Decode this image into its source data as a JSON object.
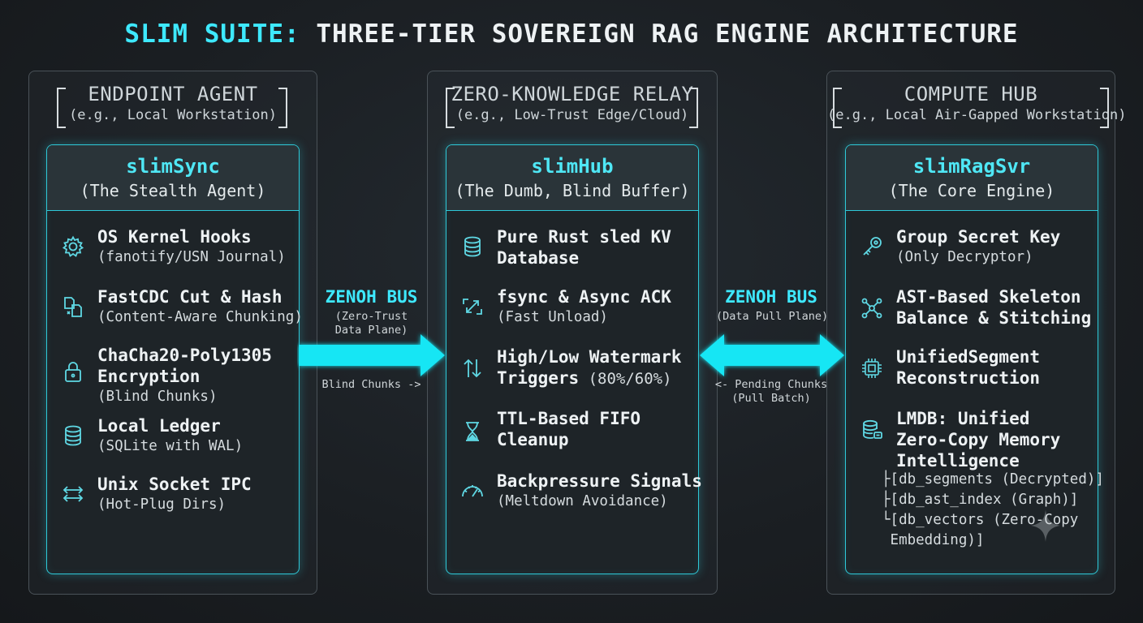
{
  "title_prefix": "SLIM SUITE:",
  "title_rest": "THREE-TIER SOVEREIGN RAG ENGINE ARCHITECTURE",
  "tiers": [
    {
      "title": "ENDPOINT AGENT",
      "subtitle": "(e.g., Local Workstation)",
      "card": {
        "name": "slimSync",
        "role": "(The Stealth Agent)",
        "items": [
          {
            "icon": "gear-icon",
            "title": [
              "OS Kernel Hooks"
            ],
            "sub": [
              "(fanotify/USN Journal)"
            ]
          },
          {
            "icon": "file-split-icon",
            "title": [
              "FastCDC Cut & Hash"
            ],
            "sub": [
              "(Content-Aware Chunking)"
            ]
          },
          {
            "icon": "lock-icon",
            "title": [
              "ChaCha20-Poly1305",
              "Encryption"
            ],
            "sub": [
              "(Blind Chunks)"
            ]
          },
          {
            "icon": "database-icon",
            "title": [
              "Local Ledger"
            ],
            "sub": [
              "(SQLite with WAL)"
            ]
          },
          {
            "icon": "swap-arrows-icon",
            "title": [
              "Unix Socket IPC"
            ],
            "sub": [
              "(Hot-Plug Dirs)"
            ]
          }
        ]
      }
    },
    {
      "title": "ZERO-KNOWLEDGE RELAY",
      "subtitle": "(e.g., Low-Trust Edge/Cloud)",
      "card": {
        "name": "slimHub",
        "role": "(The Dumb, Blind Buffer)",
        "items": [
          {
            "icon": "database-icon",
            "title": [
              "Pure Rust sled KV",
              "Database"
            ],
            "sub": []
          },
          {
            "icon": "sync-arrows-icon",
            "title": [
              "fsync & Async ACK"
            ],
            "sub": [
              "(Fast Unload)"
            ]
          },
          {
            "icon": "up-down-arrows-icon",
            "title": [
              "High/Low Watermark",
              "Triggers"
            ],
            "title_suffix": " (80%/60%)",
            "sub": []
          },
          {
            "icon": "hourglass-icon",
            "title": [
              "TTL-Based FIFO",
              "Cleanup"
            ],
            "sub": []
          },
          {
            "icon": "gauge-icon",
            "title": [
              "Backpressure Signals"
            ],
            "sub": [
              "(Meltdown Avoidance)"
            ]
          }
        ]
      }
    },
    {
      "title": "COMPUTE HUB",
      "subtitle": "(e.g., Local Air-Gapped Workstation)",
      "card": {
        "name": "slimRagSvr",
        "role": "(The Core Engine)",
        "items": [
          {
            "icon": "key-icon",
            "title": [
              "Group Secret Key"
            ],
            "sub": [
              "(Only Decryptor)"
            ]
          },
          {
            "icon": "graph-nodes-icon",
            "title": [
              "AST-Based Skeleton",
              "Balance & Stitching"
            ],
            "sub": []
          },
          {
            "icon": "chip-icon",
            "title": [
              "UnifiedSegment",
              "Reconstruction"
            ],
            "sub": []
          },
          {
            "icon": "database-link-icon",
            "title": [
              "LMDB: Unified",
              "Zero-Copy Memory",
              "Intelligence"
            ],
            "sub": []
          }
        ],
        "db_list": [
          "├[db_segments (Decrypted)]",
          "├[db_ast_index (Graph)]",
          "└[db_vectors (Zero-Copy",
          " Embedding)]"
        ]
      }
    }
  ],
  "buses": [
    {
      "label": "ZENOH BUS",
      "sub": [
        "(Zero-Trust",
        "Data Plane)"
      ],
      "note": [
        "Blind Chunks ->"
      ]
    },
    {
      "label": "ZENOH BUS",
      "sub": [
        "(Data Pull Plane)"
      ],
      "note": [
        "<- Pending Chunks",
        "(Pull Batch)"
      ]
    }
  ],
  "colors": {
    "accent": "#3ee9ff",
    "card_border": "#2ec9d8",
    "icon": "#5fd8e4",
    "arrow": "#19e6f4"
  }
}
